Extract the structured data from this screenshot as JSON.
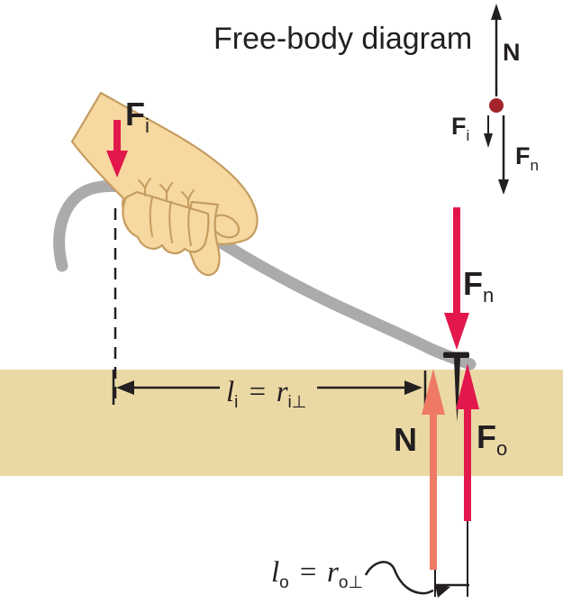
{
  "title": "Free-body diagram",
  "colors": {
    "ink": "#231f20",
    "crimson": "#e2174b",
    "salmon": "#ee7a66",
    "steel": "#ababab",
    "skin": "#f6d8a0",
    "skinline": "#c59c60",
    "board": "#ebd9a5",
    "dot": "#a3242c",
    "bg": "#ffffff"
  },
  "fbd": {
    "normal_label": "N",
    "input_label": "F",
    "input_sub": "i",
    "nail_label": "F",
    "nail_sub": "n"
  },
  "lever": {
    "input_label": "F",
    "input_sub": "i",
    "nail_label": "F",
    "nail_sub": "n",
    "normal_label": "N",
    "output_label": "F",
    "output_sub": "o"
  },
  "dimensions": {
    "input_arm": {
      "lhs": "l",
      "lhs_sub": "i",
      "eq": "=",
      "rhs": "r",
      "rhs_sub": "i⊥"
    },
    "output_arm": {
      "lhs": "l",
      "lhs_sub": "o",
      "eq": "=",
      "rhs": "r",
      "rhs_sub": "o⊥"
    }
  }
}
